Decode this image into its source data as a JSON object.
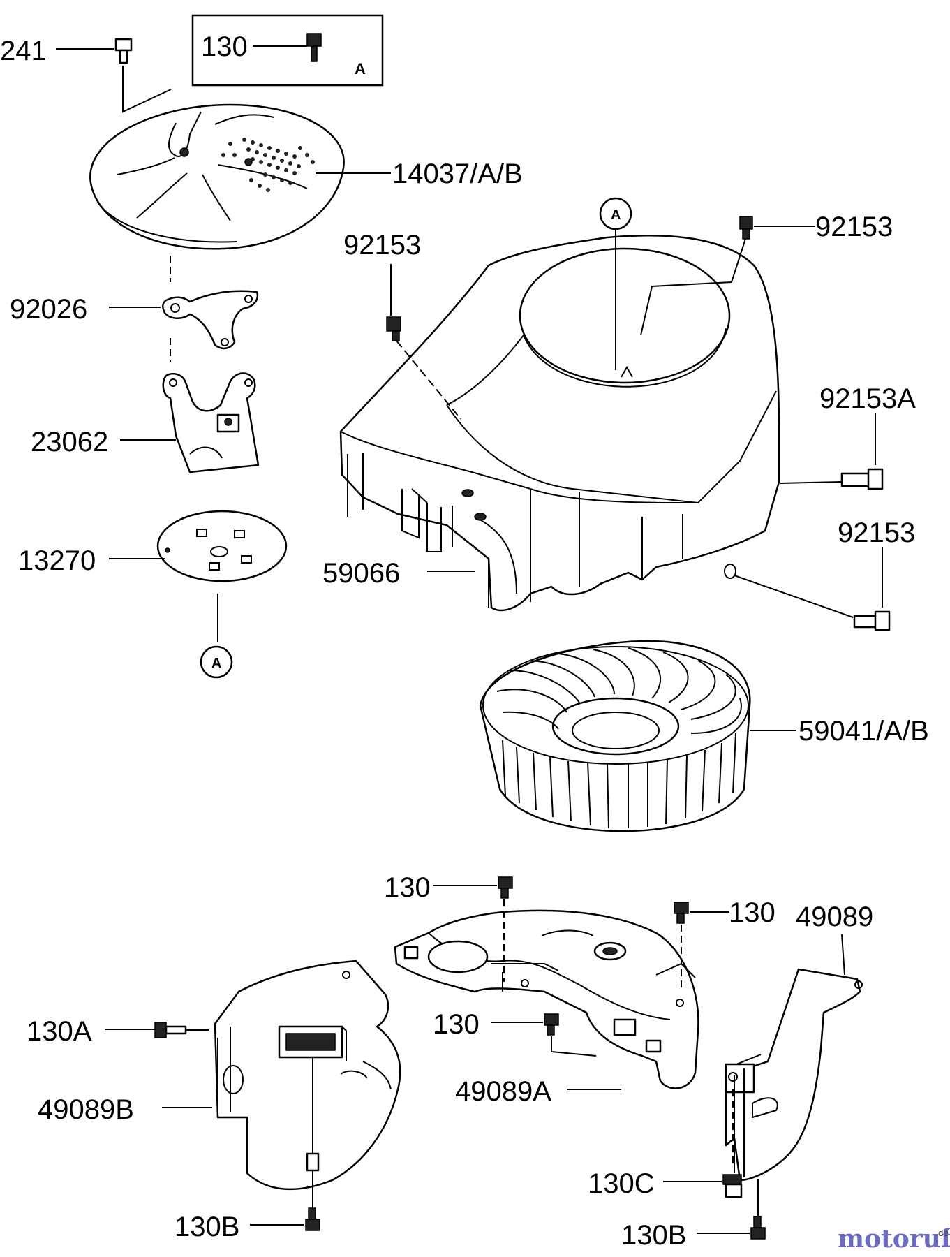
{
  "labels": {
    "l241": "241",
    "l130_box": "130",
    "l_box_ref": "A",
    "l14037": "14037/A/B",
    "l92153_top_right": "92153",
    "l92153_left": "92153",
    "l92026": "92026",
    "l92153A": "92153A",
    "l23062": "23062",
    "l92153_right": "92153",
    "l13270": "13270",
    "l59066": "59066",
    "l59041": "59041/A/B",
    "l130_mid": "130",
    "l130_right": "130",
    "l49089": "49089",
    "l130A": "130A",
    "l130_lower": "130",
    "l49089B": "49089B",
    "l49089A": "49089A",
    "l130C": "130C",
    "l130B_left": "130B",
    "l130B_right": "130B"
  },
  "refs": {
    "ref_a_top": "A",
    "ref_a_left": "A"
  },
  "watermark": {
    "brand": "motoruf",
    "suffix": ".de"
  }
}
